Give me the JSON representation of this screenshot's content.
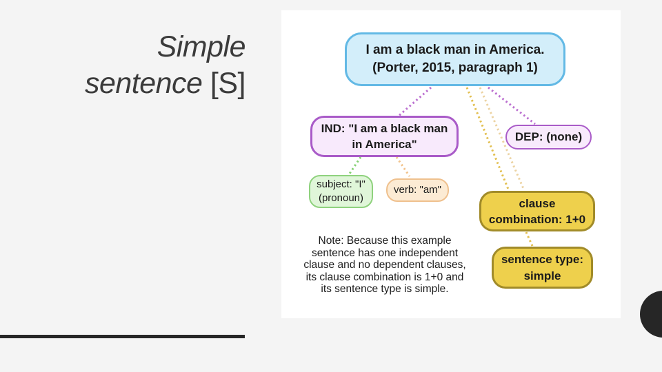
{
  "colors": {
    "bg": "#f4f4f4",
    "panel_bg": "#ffffff",
    "title_color": "#3b3b3b",
    "ink": "#1b1b1b",
    "dark_accent": "#262626",
    "sentence_fill": "#d3eefa",
    "sentence_border": "#63b9e5",
    "clause_fill": "#f8eafc",
    "clause_border": "#a95bc8",
    "subject_fill": "#e0f6d9",
    "subject_border": "#8fd27e",
    "verb_fill": "#fcebd4",
    "verb_border": "#efc08d",
    "result_fill": "#eed04c",
    "result_border": "#a18b29",
    "conn_purple": "#bb6fd0",
    "conn_gold": "#e2bf4f",
    "conn_beige": "#ecd3a2",
    "conn_green": "#84d072",
    "conn_orange": "#f2c38b"
  },
  "title": {
    "line1": "Simple",
    "line2_italic": "sentence",
    "line2_plain": " [S]"
  },
  "diagram": {
    "sentence_box": {
      "line1": "I am a black man in America.",
      "line2": "(Porter, 2015, paragraph 1)"
    },
    "ind_box": {
      "line1": "IND: \"I am a black man",
      "line2": "in America\""
    },
    "dep_box": {
      "label": "DEP: (none)"
    },
    "subject_box": {
      "line1": "subject: \"I\"",
      "line2": "(pronoun)"
    },
    "verb_box": {
      "label": "verb: \"am\""
    },
    "clause_combination_box": {
      "line1": "clause",
      "line2": "combination: 1+0"
    },
    "sentence_type_box": {
      "line1": "sentence type:",
      "line2": "simple"
    },
    "note_lines": {
      "0": "Note: Because this example",
      "1": "sentence has one independent",
      "2": "clause and no dependent clauses,",
      "3": "its clause combination is 1+0 and",
      "4": "its sentence type is simple."
    }
  }
}
